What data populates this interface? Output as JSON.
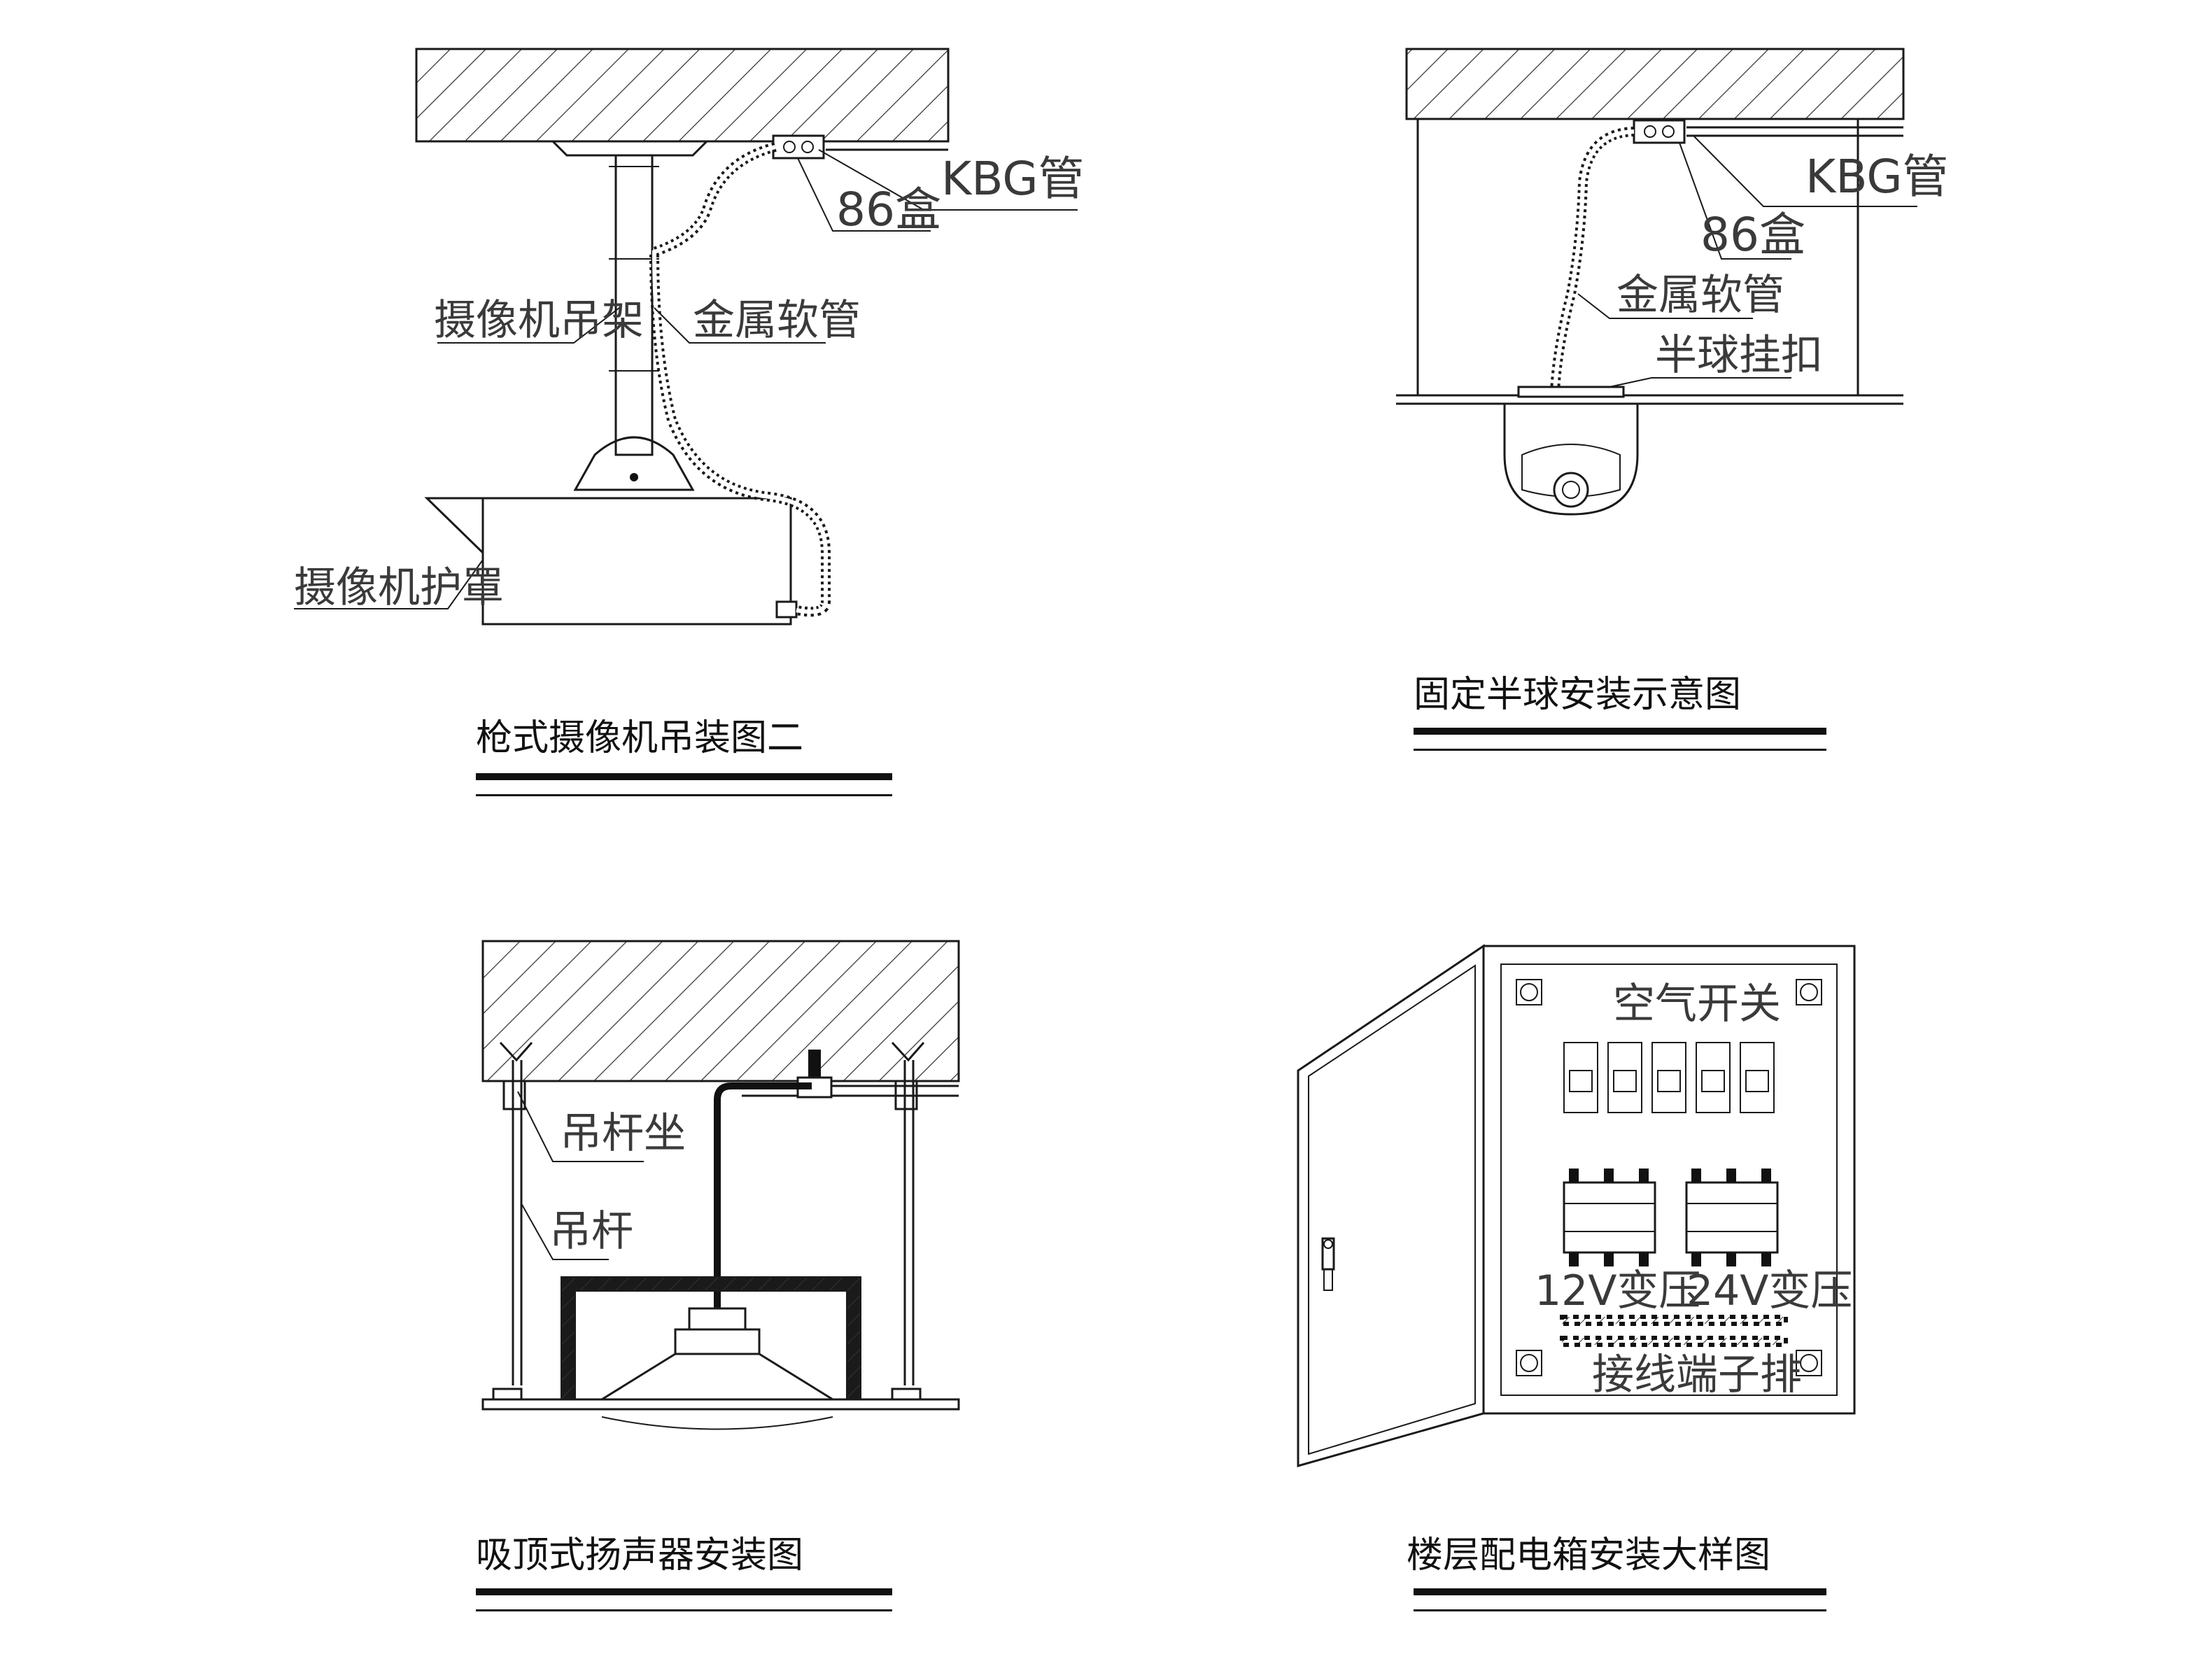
{
  "panels": {
    "bullet_camera": {
      "title": "枪式摄像机吊装图二",
      "labels": {
        "kbg_pipe": "KBG管",
        "box_86": "86盒",
        "camera_bracket": "摄像机吊架",
        "metal_hose": "金属软管",
        "camera_housing": "摄像机护罩"
      }
    },
    "dome_camera": {
      "title": "固定半球安装示意图",
      "labels": {
        "kbg_pipe": "KBG管",
        "box_86": "86盒",
        "metal_hose": "金属软管",
        "dome_hook": "半球挂扣"
      }
    },
    "ceiling_speaker": {
      "title": "吸顶式扬声器安装图",
      "labels": {
        "rod_seat": "吊杆坐",
        "rod": "吊杆"
      }
    },
    "distribution_box": {
      "title": "楼层配电箱安装大样图",
      "labels": {
        "air_switch": "空气开关",
        "transformer_12v": "12V变压",
        "transformer_24v": "24V变压",
        "terminal_block": "接线端子排"
      }
    }
  }
}
